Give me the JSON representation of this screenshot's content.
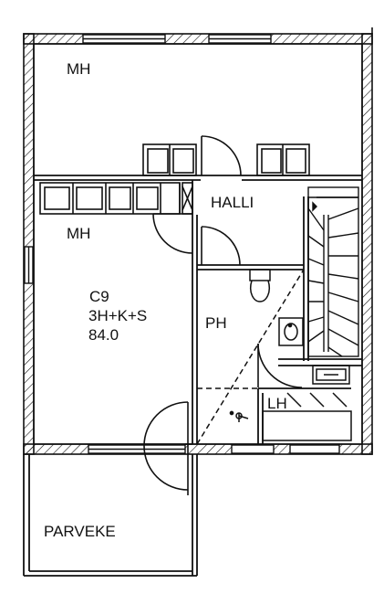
{
  "rooms": {
    "mh_upper": "MH",
    "mh_lower": "MH",
    "halli": "HALLI",
    "ph": "PH",
    "lh": "LH",
    "parveke": "PARVEKE"
  },
  "unit": {
    "code": "C9",
    "layout": "3H+K+S",
    "area": "84.0"
  },
  "colors": {
    "line": "#111111",
    "background": "#ffffff"
  }
}
